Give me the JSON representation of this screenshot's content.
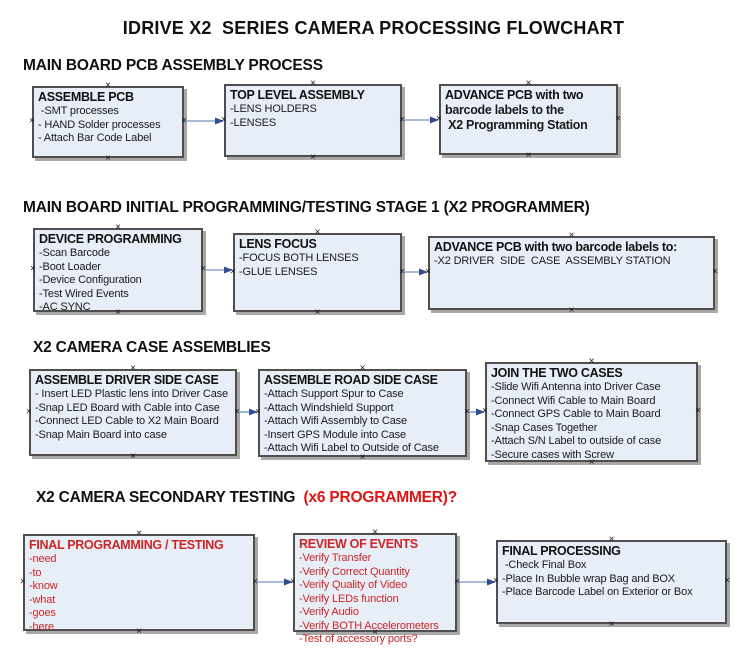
{
  "title": "IDRIVE X2  SERIES CAMERA PROCESSING FLOWCHART",
  "glyphs": {
    "anchor": "×"
  },
  "colors": {
    "box_fill": "#e8eef7",
    "box_border": "#4f4f4f",
    "box_shadow": "#a8a8a8",
    "arrow_line": "#8da3c6",
    "arrow_head": "#2f4f8f",
    "red_text": "#cc2626",
    "red_heading": "#e01414",
    "text": "#111111"
  },
  "sections": [
    {
      "heading": "MAIN BOARD PCB ASSEMBLY PROCESS",
      "boxes": [
        {
          "title": "ASSEMBLE PCB",
          "items": [
            " -SMT processes",
            "- HAND Solder processes",
            "- Attach Bar Code Label"
          ]
        },
        {
          "title": "TOP LEVEL ASSEMBLY",
          "items": [
            "-LENS HOLDERS",
            "-LENSES"
          ]
        },
        {
          "title": "ADVANCE PCB with two",
          "items_bold": true,
          "items": [
            "barcode labels to the",
            " X2 Programming Station"
          ]
        }
      ]
    },
    {
      "heading": "MAIN BOARD INITIAL PROGRAMMING/TESTING STAGE 1 (X2 PROGRAMMER)",
      "boxes": [
        {
          "title": "DEVICE PROGRAMMING",
          "items": [
            "-Scan Barcode",
            "-Boot Loader",
            "-Device Configuration",
            "-Test Wired Events",
            "-AC SYNC"
          ]
        },
        {
          "title": "LENS FOCUS",
          "items": [
            "-FOCUS BOTH LENSES",
            "-GLUE LENSES"
          ]
        },
        {
          "title": "ADVANCE PCB with two barcode labels to:",
          "items": [
            "-X2 DRIVER  SIDE  CASE  ASSEMBLY STATION"
          ]
        }
      ]
    },
    {
      "heading": "X2 CAMERA CASE ASSEMBLIES",
      "boxes": [
        {
          "title": "ASSEMBLE DRIVER SIDE CASE",
          "items": [
            "- Insert LED Plastic lens into Driver Case",
            "-Snap LED Board with Cable into Case",
            "-Connect LED Cable to X2 Main Board",
            "-Snap Main Board into case"
          ]
        },
        {
          "title": "ASSEMBLE ROAD SIDE CASE",
          "items": [
            "-Attach Support Spur to Case",
            "-Attach Windshield Support",
            "-Attach Wifi Assembly to Case",
            "-Insert GPS Module into Case",
            "-Attach Wifi Label to Outside of Case"
          ]
        },
        {
          "title": "JOIN THE TWO CASES",
          "items": [
            "-Slide Wifi Antenna into Driver Case",
            "-Connect Wifi Cable to Main Board",
            "-Connect GPS Cable to Main Board",
            "-Snap Cases Together",
            "-Attach S/N Label to outside of case",
            "-Secure cases with Screw"
          ]
        }
      ]
    },
    {
      "heading": "X2 CAMERA SECONDARY TESTING  ",
      "heading_red": "(x6 PROGRAMMER)?",
      "boxes": [
        {
          "title": "FINAL PROGRAMMING / TESTING",
          "red": true,
          "items": [
            "-need",
            "-to",
            "-know",
            "-what",
            "-goes",
            "-here"
          ]
        },
        {
          "title": "REVIEW OF EVENTS",
          "red": true,
          "items": [
            "-Verify Transfer",
            "-Verify Correct Quantity",
            "-Verify Quality of Video",
            "-Verify LEDs function",
            "-Verify Audio",
            "-Verify BOTH Accelerometers",
            "-Test of accessory ports?"
          ]
        },
        {
          "title": "FINAL PROCESSING",
          "items": [
            " -Check Final Box",
            "-Place In Bubble wrap Bag and BOX",
            "-Place Barcode Label on Exterior or Box"
          ]
        }
      ]
    }
  ]
}
